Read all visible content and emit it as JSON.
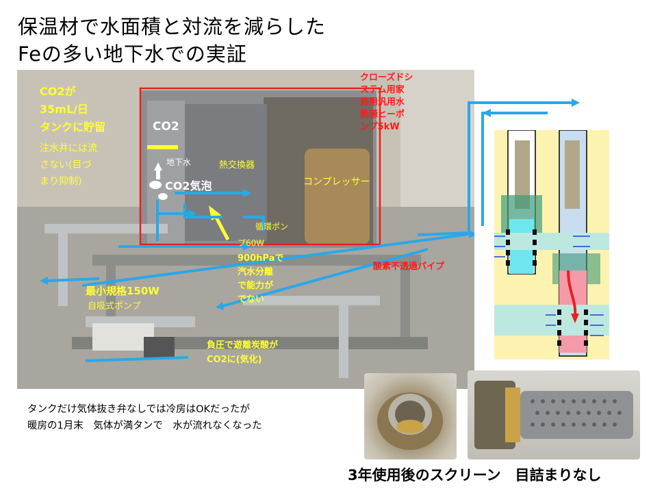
{
  "title": {
    "line1": "保温材で水面積と対流を減らした",
    "line2": "Feの多い地下水での実証"
  },
  "photo_labels": {
    "co2_rate_1": "CO2が",
    "co2_rate_2": "35mL/日",
    "tank_store": "タンクに貯留",
    "injection_1": "注水井には流",
    "injection_2": "さない(目づ",
    "injection_3": "まり抑制)",
    "co2": "CO2",
    "groundwater": "地下水",
    "co2_bubble": "CO2気泡",
    "heat_exchanger": "熱交換器",
    "compressor": "コンプレッサー",
    "heatpump_1": "クローズドシ",
    "heatpump_2": "ステム用家",
    "heatpump_3": "庭用汎用水",
    "heatpump_4": "熱源ヒーポ",
    "heatpump_5": "ンプ5kW",
    "circ_pump_1": "循環ポン",
    "circ_pump_2": "プ60W",
    "pressure_1": "900hPaで",
    "pressure_2": "汽水分離",
    "pressure_3": "で能力が",
    "pressure_4": "でない",
    "oxygen_pipe": "酸素不透過パイプ",
    "min_pump_1": "最小規格150W",
    "min_pump_2": "自吸式ポンプ",
    "negpress_1": "負圧で遊離炭酸が",
    "negpress_2": "CO2に(気化)"
  },
  "note": {
    "line1": "タンクだけ気体抜き弁なしでは冷房はOKだったが",
    "line2": "暖房の1月末　気体が満タンで　水が流れなくなった"
  },
  "caption": "3年使用後のスクリーン　目詰まりなし",
  "colors": {
    "arrow_blue": "#29a8e8",
    "frame_red": "#e82020",
    "label_yellow": "#ffff33",
    "label_red": "#ff1a1a"
  }
}
